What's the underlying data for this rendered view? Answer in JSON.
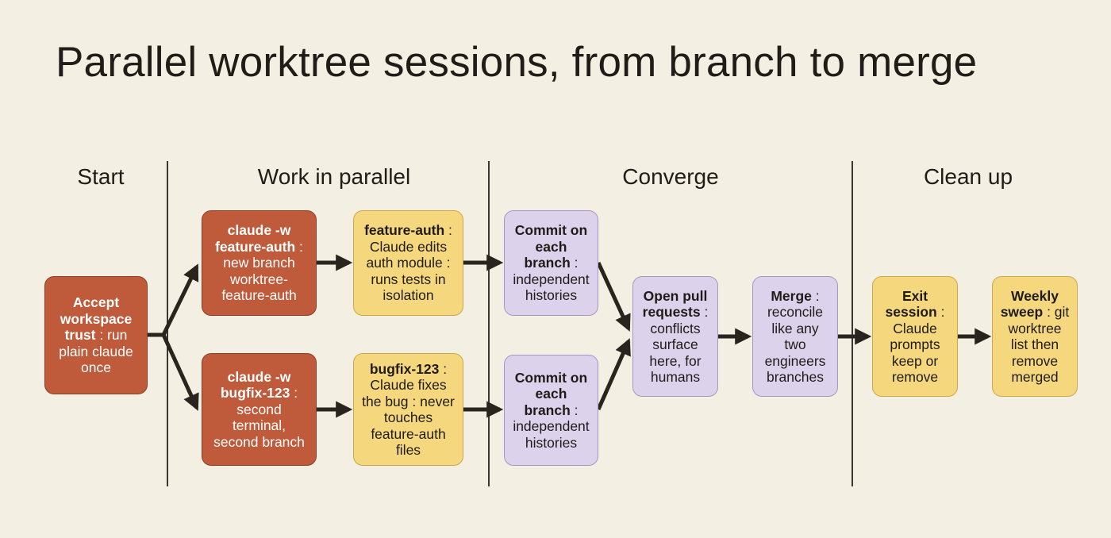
{
  "title": "Parallel worktree sessions, from branch to merge",
  "phases": {
    "start": "Start",
    "work": "Work in parallel",
    "converge": "Converge",
    "cleanup": "Clean up"
  },
  "nodes": {
    "accept": {
      "bold": "Accept workspace trust",
      "sep": " : ",
      "text": "run plain claude once"
    },
    "cmd_feature": {
      "bold": "claude -w feature-auth",
      "sep": " : ",
      "text": "new branch worktree-feature-auth"
    },
    "cmd_bugfix": {
      "bold": "claude -w bugfix-123",
      "sep": " : ",
      "text": "second terminal, second branch"
    },
    "edit_feature": {
      "bold": "feature-auth",
      "sep": " : ",
      "text": "Claude edits auth module : runs tests in isolation"
    },
    "edit_bugfix": {
      "bold": "bugfix-123",
      "sep": " : ",
      "text": "Claude fixes the bug : never touches feature-auth files"
    },
    "commit_top": {
      "bold": "Commit on each branch",
      "sep": " : ",
      "text": "independent histories"
    },
    "commit_bottom": {
      "bold": "Commit on each branch",
      "sep": " : ",
      "text": "independent histories"
    },
    "pull": {
      "bold": "Open pull requests",
      "sep": " : ",
      "text": "conflicts surface here, for humans"
    },
    "merge": {
      "bold": "Merge",
      "sep": " : ",
      "text": "reconcile like any two engineers branches"
    },
    "exit": {
      "bold": "Exit session",
      "sep": " : ",
      "text": "Claude prompts keep or remove"
    },
    "sweep": {
      "bold": "Weekly sweep",
      "sep": " : ",
      "text": "git worktree list then remove merged"
    }
  },
  "colors": {
    "rust": "#bf5a3a",
    "yellow": "#f5d77e",
    "purple": "#ddd2ec",
    "arrow": "#2a241e",
    "background": "#f3efe3"
  }
}
